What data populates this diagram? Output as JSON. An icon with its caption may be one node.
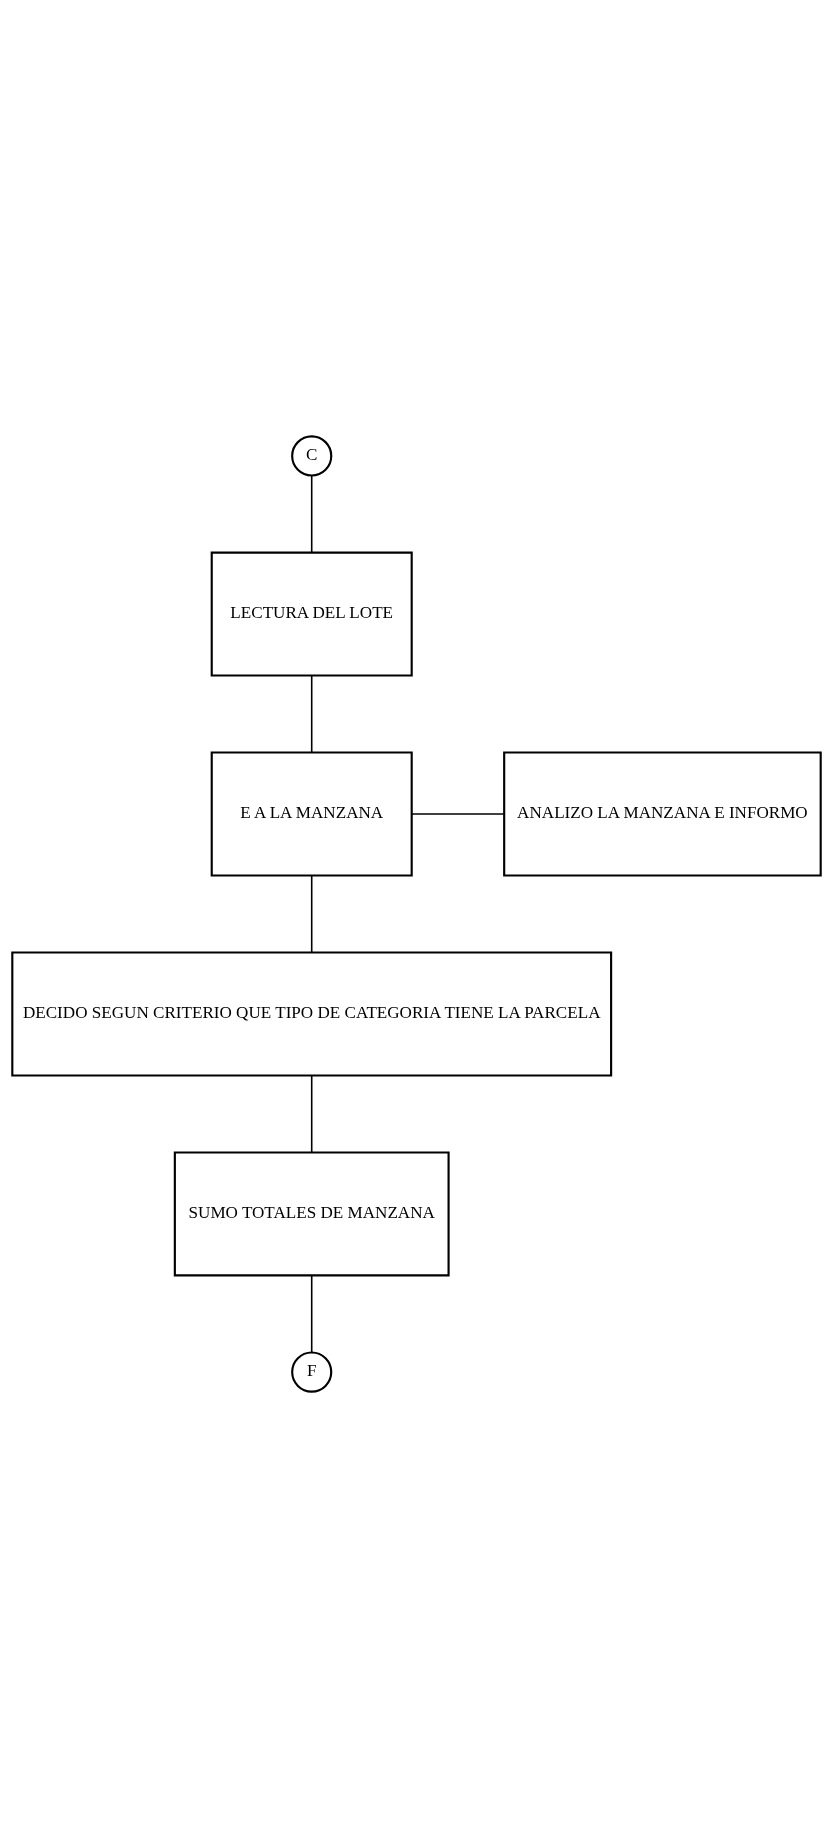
{
  "diagram": {
    "nodes": [
      {
        "text": [
          "C"
        ]
      },
      {
        "text": [
          "LECTURA DEL LOTE"
        ]
      },
      {
        "text": [
          "E A LA MANZANA"
        ]
      },
      {
        "text": [
          "ANALIZO LA MANZANA E INFORMO"
        ]
      },
      {
        "text": [
          "DECIDO SEGUN CRITERIO QUE TIPO DE CATEGORIA TIENE LA PARCELA"
        ]
      },
      {
        "text": [
          "SUMO TOTALES DE MANZANA"
        ]
      },
      {
        "text": [
          "F"
        ]
      }
    ],
    "edges": [
      {
        "from": 0,
        "to": 1,
        "arrow": "none"
      },
      {
        "from": 1,
        "to": 2,
        "arrow": "none"
      },
      {
        "from": 2,
        "to": 3,
        "arrow": "none"
      },
      {
        "from": 2,
        "to": 4,
        "arrow": "none"
      },
      {
        "from": 4,
        "to": 5,
        "arrow": "none"
      },
      {
        "from": 5,
        "to": 6,
        "arrow": "none"
      }
    ]
  }
}
